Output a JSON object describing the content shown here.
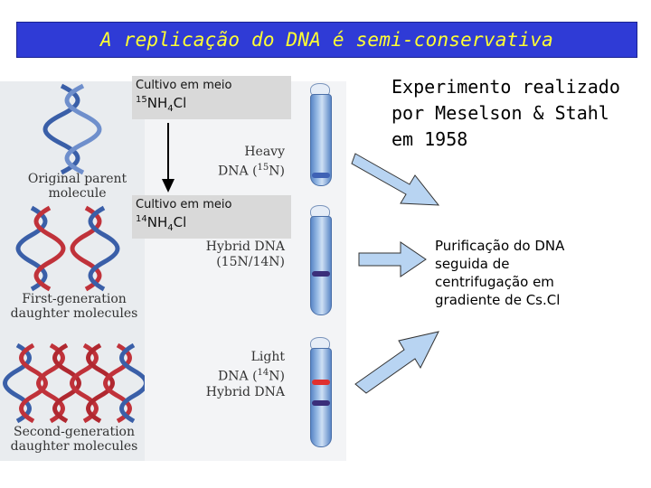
{
  "title": "A replicação do DNA é semi-conservativa",
  "figure": {
    "labels": {
      "original": [
        "Original parent",
        "molecule"
      ],
      "first_gen": [
        "First-generation",
        "daughter molecules"
      ],
      "second_gen": [
        "Second-generation",
        "daughter molecules"
      ]
    },
    "tubes": {
      "heavy": {
        "line1": "Heavy",
        "line2_prefix": "DNA (",
        "isotope": "15",
        "line2_suffix": "N)"
      },
      "hybrid": {
        "line1": "Hybrid DNA",
        "line2": "(15N/14N)"
      },
      "light": {
        "line1": "Light",
        "line2_prefix": "DNA (",
        "isotope": "14",
        "line2_suffix": "N)",
        "line3": "Hybrid DNA"
      }
    },
    "colors": {
      "parent_strand": "#3a5fa8",
      "new_strand": "#c0323a",
      "hybrid_band": "#3a2e7a",
      "light_band": "#e0302f",
      "heavy_band": "#3f62b5"
    }
  },
  "media": {
    "first": {
      "line1": "Cultivo em meio",
      "mass": "15",
      "compound": "NH",
      "sub": "4",
      "end": "Cl"
    },
    "second": {
      "line1": "Cultivo em meio",
      "mass": "14",
      "compound": "NH",
      "sub": "4",
      "end": "Cl"
    }
  },
  "experiment_text": [
    "Experimento realizado",
    "por Meselson & Stahl",
    "em 1958"
  ],
  "purification_text": [
    "Purificação do DNA",
    "seguida de",
    "centrifugação em",
    "gradiente de Cs.Cl"
  ]
}
